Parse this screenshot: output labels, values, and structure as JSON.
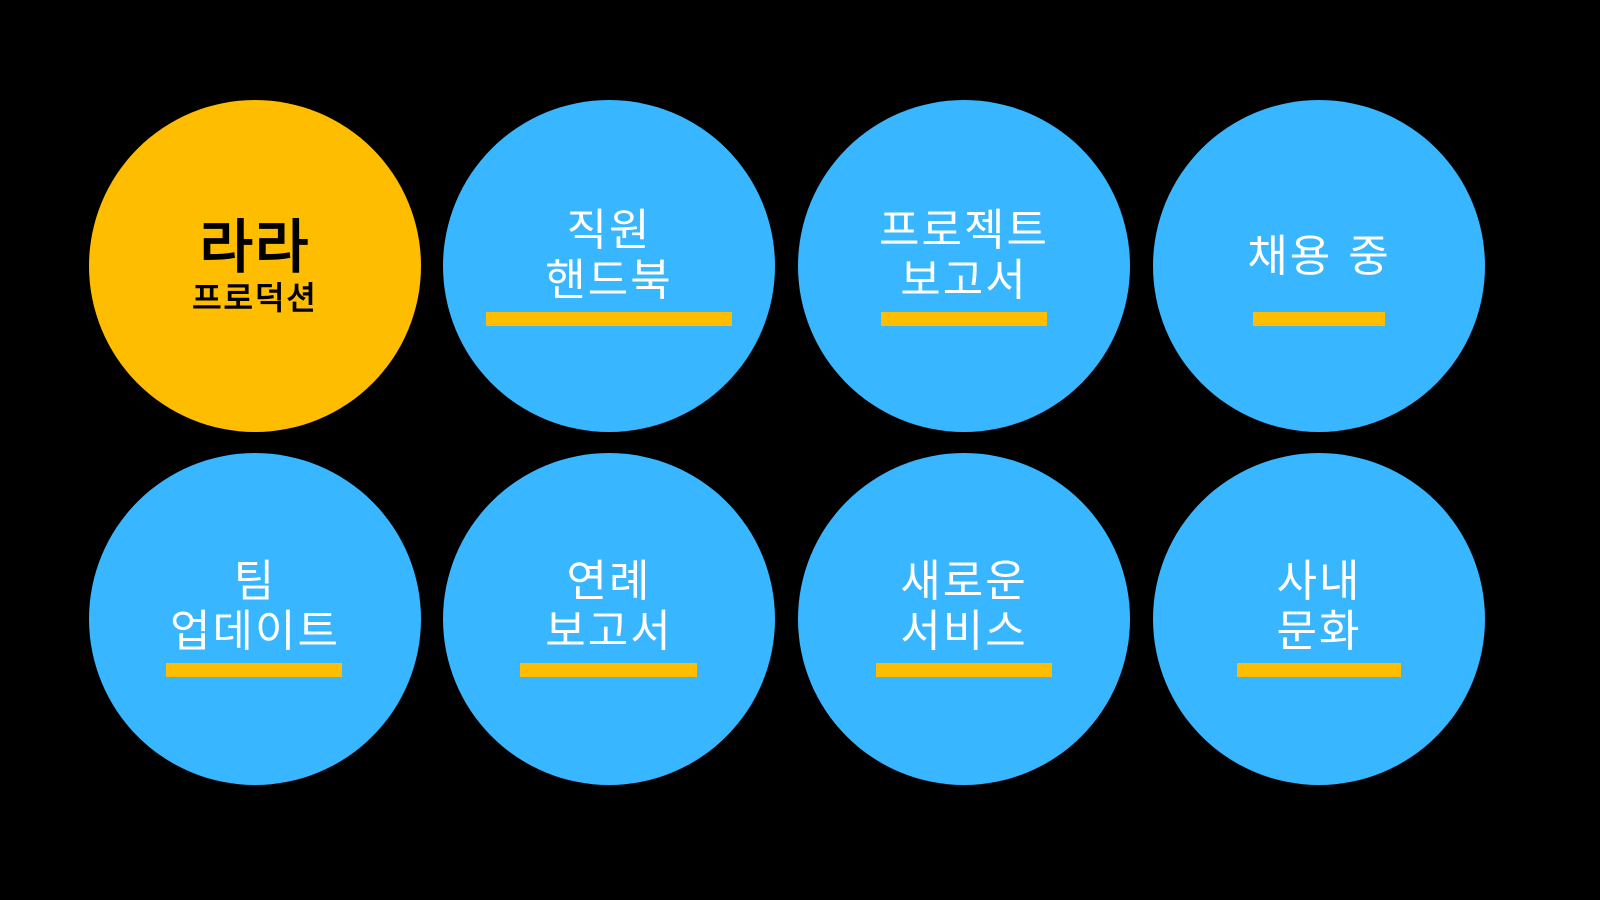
{
  "colors": {
    "background": "#000000",
    "circle_blue": "#38B6FF",
    "circle_gold": "#FFBD00",
    "underline": "#FFBD00",
    "text_light": "#FFFFFF",
    "text_dark": "#000000"
  },
  "brand": {
    "name": "라라",
    "subtitle": "프로덕션"
  },
  "tiles": {
    "handbook": {
      "line1": "직원",
      "line2": "핸드북"
    },
    "project_report": {
      "line1": "프로젝트",
      "line2": "보고서"
    },
    "hiring": {
      "line1": "채용 중"
    },
    "team_update": {
      "line1": "팀",
      "line2": "업데이트"
    },
    "annual_report": {
      "line1": "연례",
      "line2": "보고서"
    },
    "new_service": {
      "line1": "새로운",
      "line2": "서비스"
    },
    "culture": {
      "line1": "사내",
      "line2": "문화"
    }
  }
}
